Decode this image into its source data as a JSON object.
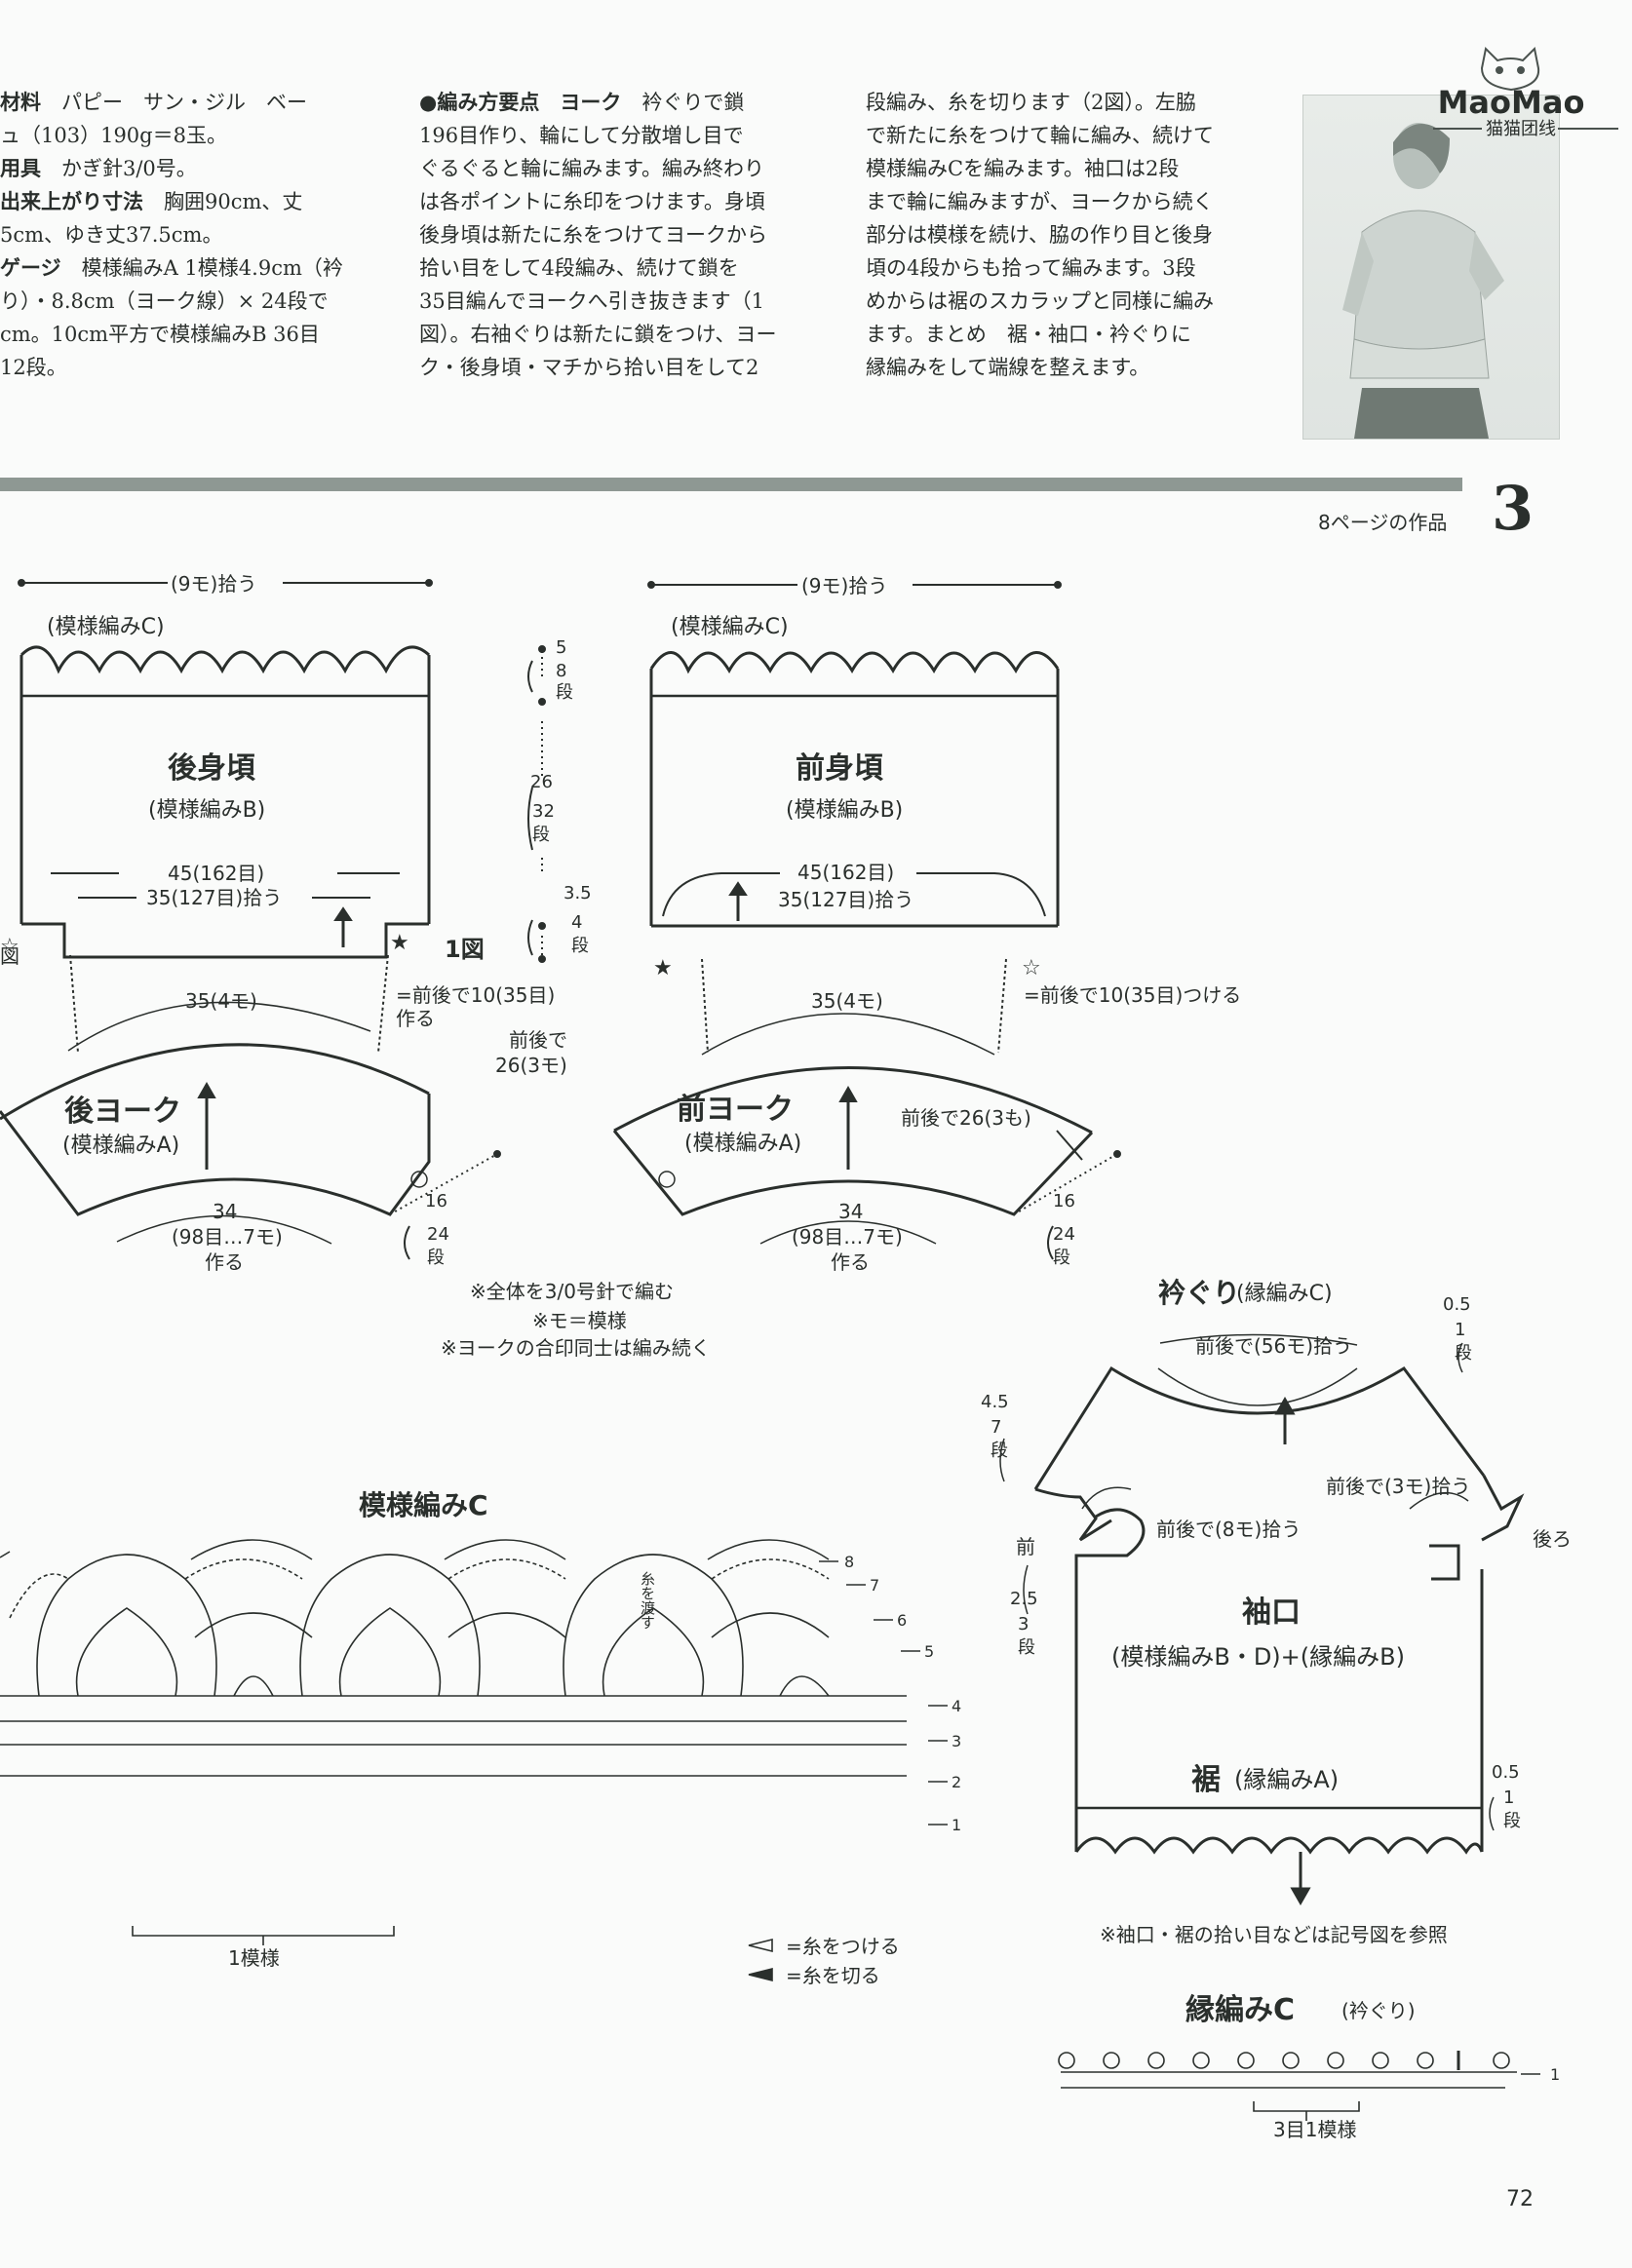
{
  "instructions": {
    "col1": [
      {
        "label": "材料",
        "text": "　パピー　サン・ジル　ベー"
      },
      {
        "label": "",
        "text": "ュ（103）190g＝8玉。"
      },
      {
        "label": "用具",
        "text": "　かぎ針3/0号。"
      },
      {
        "label": "出来上がり寸法",
        "text": "　胸囲90cm、丈"
      },
      {
        "label": "",
        "text": "5cm、ゆき丈37.5cm。"
      },
      {
        "label": "ゲージ",
        "text": "　模様編みA 1模様4.9cm（衿"
      },
      {
        "label": "",
        "text": "り）・8.8cm（ヨーク線）× 24段で"
      },
      {
        "label": "",
        "text": "cm。10cm平方で模様編みB 36目"
      },
      {
        "label": "",
        "text": "12段。"
      }
    ],
    "col2": [
      {
        "label": "●編み方要点　ヨーク",
        "text": "　衿ぐりで鎖"
      },
      {
        "label": "",
        "text": "196目作り、輪にして分散増し目で"
      },
      {
        "label": "",
        "text": "ぐるぐると輪に編みます。編み終わり"
      },
      {
        "label": "",
        "text": "は各ポイントに糸印をつけます。身頃"
      },
      {
        "label": "",
        "text": "後身頃は新たに糸をつけてヨークから"
      },
      {
        "label": "",
        "text": "拾い目をして4段編み、続けて鎖を"
      },
      {
        "label": "",
        "text": "35目編んでヨークへ引き抜きます（1"
      },
      {
        "label": "",
        "text": "図）。右袖ぐりは新たに鎖をつけ、ヨー"
      },
      {
        "label": "",
        "text": "ク・後身頃・マチから拾い目をして2"
      }
    ],
    "col3": [
      {
        "label": "",
        "text": "段編み、糸を切ります（2図）。左脇"
      },
      {
        "label": "",
        "text": "で新たに糸をつけて輪に編み、続けて"
      },
      {
        "label": "",
        "text": "模様編みCを編みます。袖口は2段"
      },
      {
        "label": "",
        "text": "まで輪に編みますが、ヨークから続く"
      },
      {
        "label": "",
        "text": "部分は模様を続け、脇の作り目と後身"
      },
      {
        "label": "",
        "text": "頃の4段からも拾って編みます。3段"
      },
      {
        "label": "",
        "text": "めからは裾のスカラップと同様に編み"
      },
      {
        "label": "",
        "text": "ます。まとめ　裾・袖口・衿ぐりに"
      },
      {
        "label": "",
        "text": "縁編みをして端線を整えます。"
      }
    ]
  },
  "logo": {
    "main": "MaoMao",
    "sub": "猫猫团线"
  },
  "section": {
    "number": "3",
    "subtitle": "8ページの作品"
  },
  "diagram": {
    "back_top": "(9モ)拾う",
    "back_edge": "(模様編みC)",
    "back_title": "後身頃",
    "back_sub": "(模様編みB)",
    "back_w1": "45(162目)",
    "back_w2": "35(127目)拾う",
    "fig1": "1図",
    "side_a": "5",
    "side_a2": "8",
    "side_b": "26",
    "side_b2": "32",
    "side_c": "3.5",
    "side_c2": "4",
    "dan": "段",
    "fig_left": "図",
    "star_note": "=前後で10(35目)",
    "star_note2": "作る",
    "front_top": "(9モ)拾う",
    "front_edge": "(模様編みC)",
    "front_title": "前身頃",
    "front_sub": "(模様編みB)",
    "front_w1": "45(162目)",
    "front_w2": "35(127目)拾う",
    "front_star": "=前後で10(35目)つける",
    "mid_note1": "前後で",
    "mid_note2": "26(3モ)",
    "yoke_top": "35(4モ)",
    "back_yoke": "後ヨーク",
    "front_yoke": "前ヨーク",
    "yoke_sub": "(模様編みA)",
    "yoke_side": "前後で26(3も)",
    "yoke_bottom": "34",
    "yoke_bottom2": "(98目…7モ)",
    "yoke_bottom3": "作る",
    "yoke_h": "16",
    "yoke_h2": "24",
    "note1": "※全体を3/0号針で編む",
    "note2": "※モ＝模様",
    "note3": "※ヨークの合印同士は編み続く",
    "patc_title": "模様編みC",
    "patc_rows": [
      "8",
      "7",
      "6",
      "5",
      "4",
      "3",
      "2",
      "1"
    ],
    "patc_thread": "糸を渡す",
    "patc_repeat": "1模様",
    "legend_attach": "=糸をつける",
    "legend_cut": "=糸を切る",
    "neck_title": "衿ぐり",
    "neck_sub": "(縁編みC)",
    "neck_pick": "前後で(56モ)拾う",
    "neck_h": "0.5",
    "neck_h2": "1",
    "sl_h": "4.5",
    "sl_h2": "7",
    "front_label": "前",
    "back_label": "後ろ",
    "sl_pick_back": "前後で(3モ)拾う",
    "sl_pick_front": "前後で(8モ)拾う",
    "sl_h3": "2.5",
    "sl_h4": "3",
    "sleeve_title": "袖口",
    "sleeve_sub": "(模様編みB・D)+(縁編みB)",
    "hem_title": "裾",
    "hem_sub": "(縁編みA)",
    "hem_h": "0.5",
    "hem_h2": "1",
    "sl_note": "※袖口・裾の拾い目などは記号図を参照",
    "edge_title": "縁編みC",
    "edge_sub": "(衿ぐり)",
    "edge_row": "1",
    "edge_repeat": "3目1模様"
  },
  "page_number": "72"
}
